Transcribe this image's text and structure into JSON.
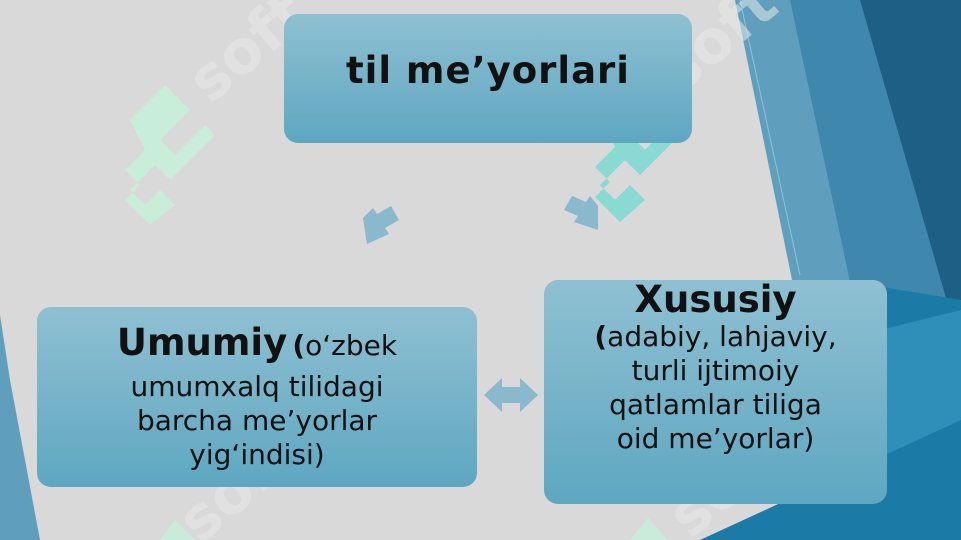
{
  "diagram": {
    "top_node": {
      "title": "til me’yorlari"
    },
    "left_node": {
      "heading": "Umumiy",
      "open_paren": "(",
      "first_line": "o‘zbek",
      "lines": [
        "umumxalq tilidagi",
        "barcha me’yorlar",
        "yig‘indisi)"
      ]
    },
    "right_node": {
      "heading": "Xususiy",
      "open_paren": "(",
      "first_line": "adabiy, lahjaviy,",
      "lines": [
        "turli ijtimoiy",
        "qatlamlar tiliga",
        "oid me’yorlar)"
      ]
    },
    "arrows": [
      "top-to-left-arrow-icon",
      "top-to-right-arrow-icon",
      "left-right-bidirectional-arrow-icon"
    ]
  },
  "colors": {
    "background": "#d9d9d9",
    "box_top": "#8fc0d2",
    "box_bottom": "#5ea7c1",
    "accent_dark": "#1e5f86",
    "accent_mid": "#2f88b4",
    "watermark": "#c5efd9"
  }
}
